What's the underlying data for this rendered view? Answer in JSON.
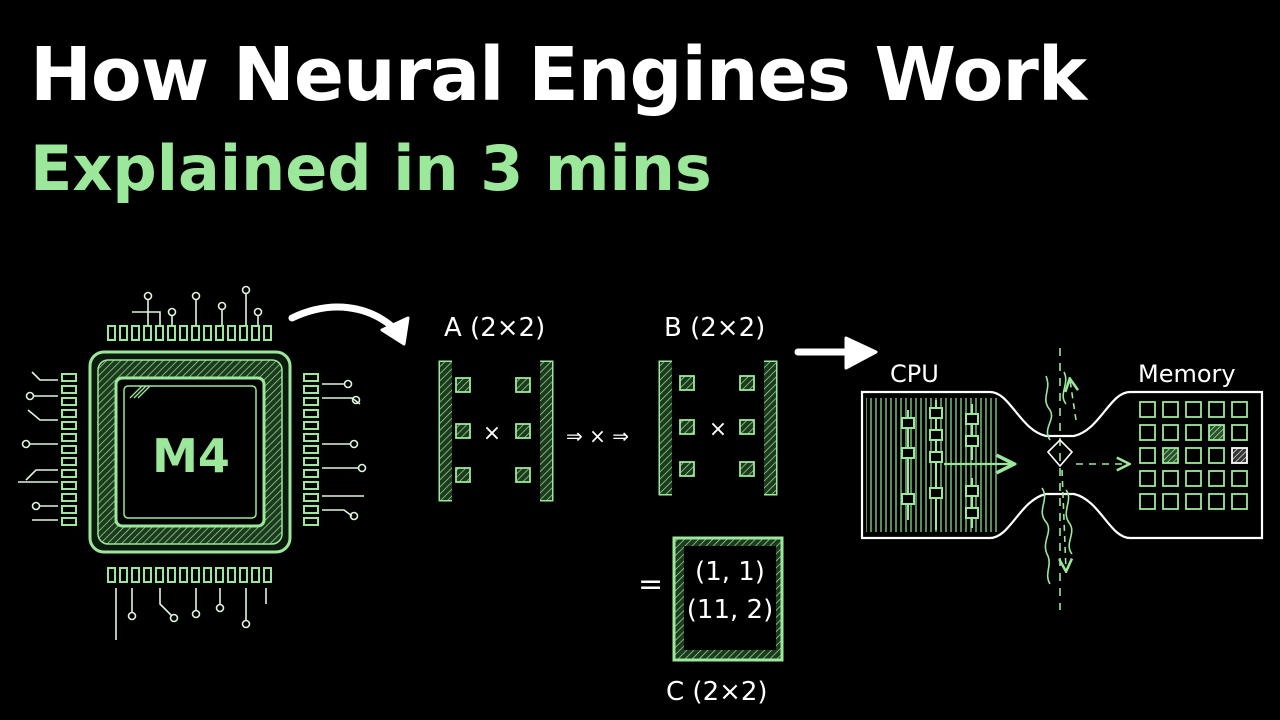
{
  "header": {
    "title": "How Neural Engines Work",
    "subtitle": "Explained in 3 mins"
  },
  "chip": {
    "label": "M4"
  },
  "matrices": {
    "a_label": "A (2×2)",
    "b_label": "B (2×2)",
    "c_label": "C (2×2)",
    "times_symbol": "×",
    "operator": "⇒ × ⇒",
    "equals": "=",
    "result_row1": "(1, 1)",
    "result_row2": "(11, 2)"
  },
  "system": {
    "cpu_label": "CPU",
    "memory_label": "Memory"
  },
  "colors": {
    "accent_green": "#9be89a",
    "background": "#000000",
    "text": "#ffffff"
  }
}
